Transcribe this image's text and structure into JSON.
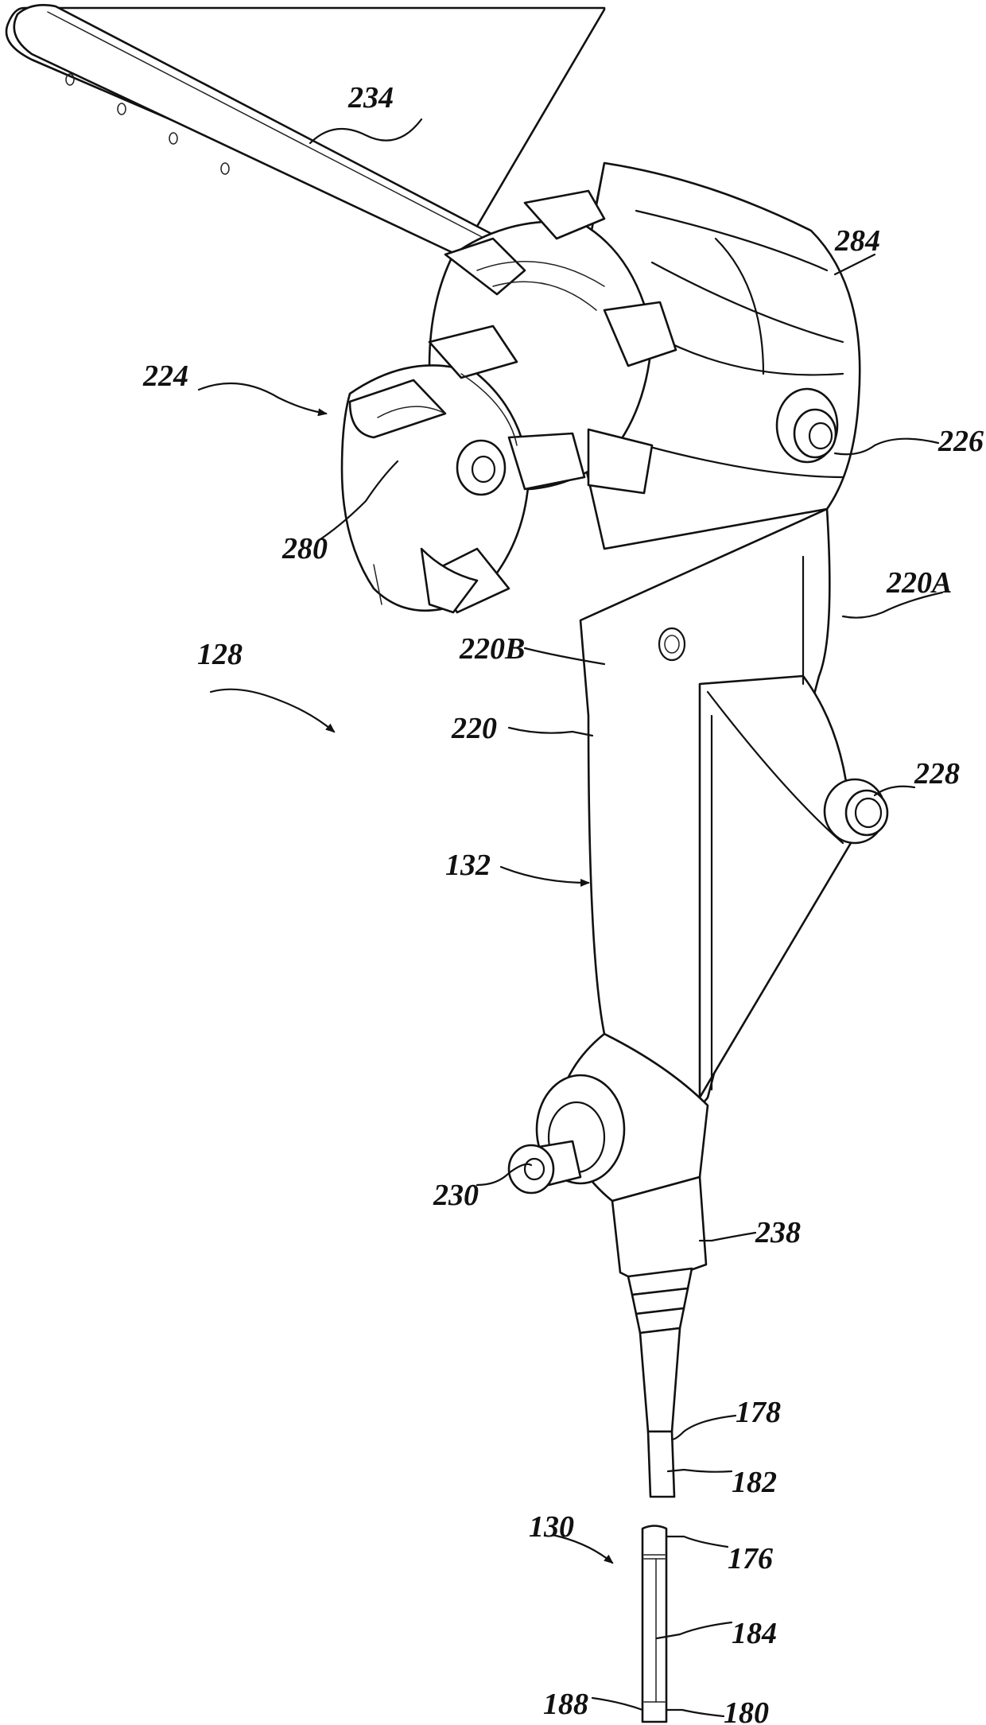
{
  "labels": {
    "l234": "234",
    "l284": "284",
    "l224": "224",
    "l226": "226",
    "l280": "280",
    "l220A": "220A",
    "l128": "128",
    "l220B": "220B",
    "l220": "220",
    "l228": "228",
    "l132": "132",
    "l230": "230",
    "l238": "238",
    "l178": "178",
    "l182": "182",
    "l130": "130",
    "l176": "176",
    "l184": "184",
    "l188": "188",
    "l180": "180"
  }
}
